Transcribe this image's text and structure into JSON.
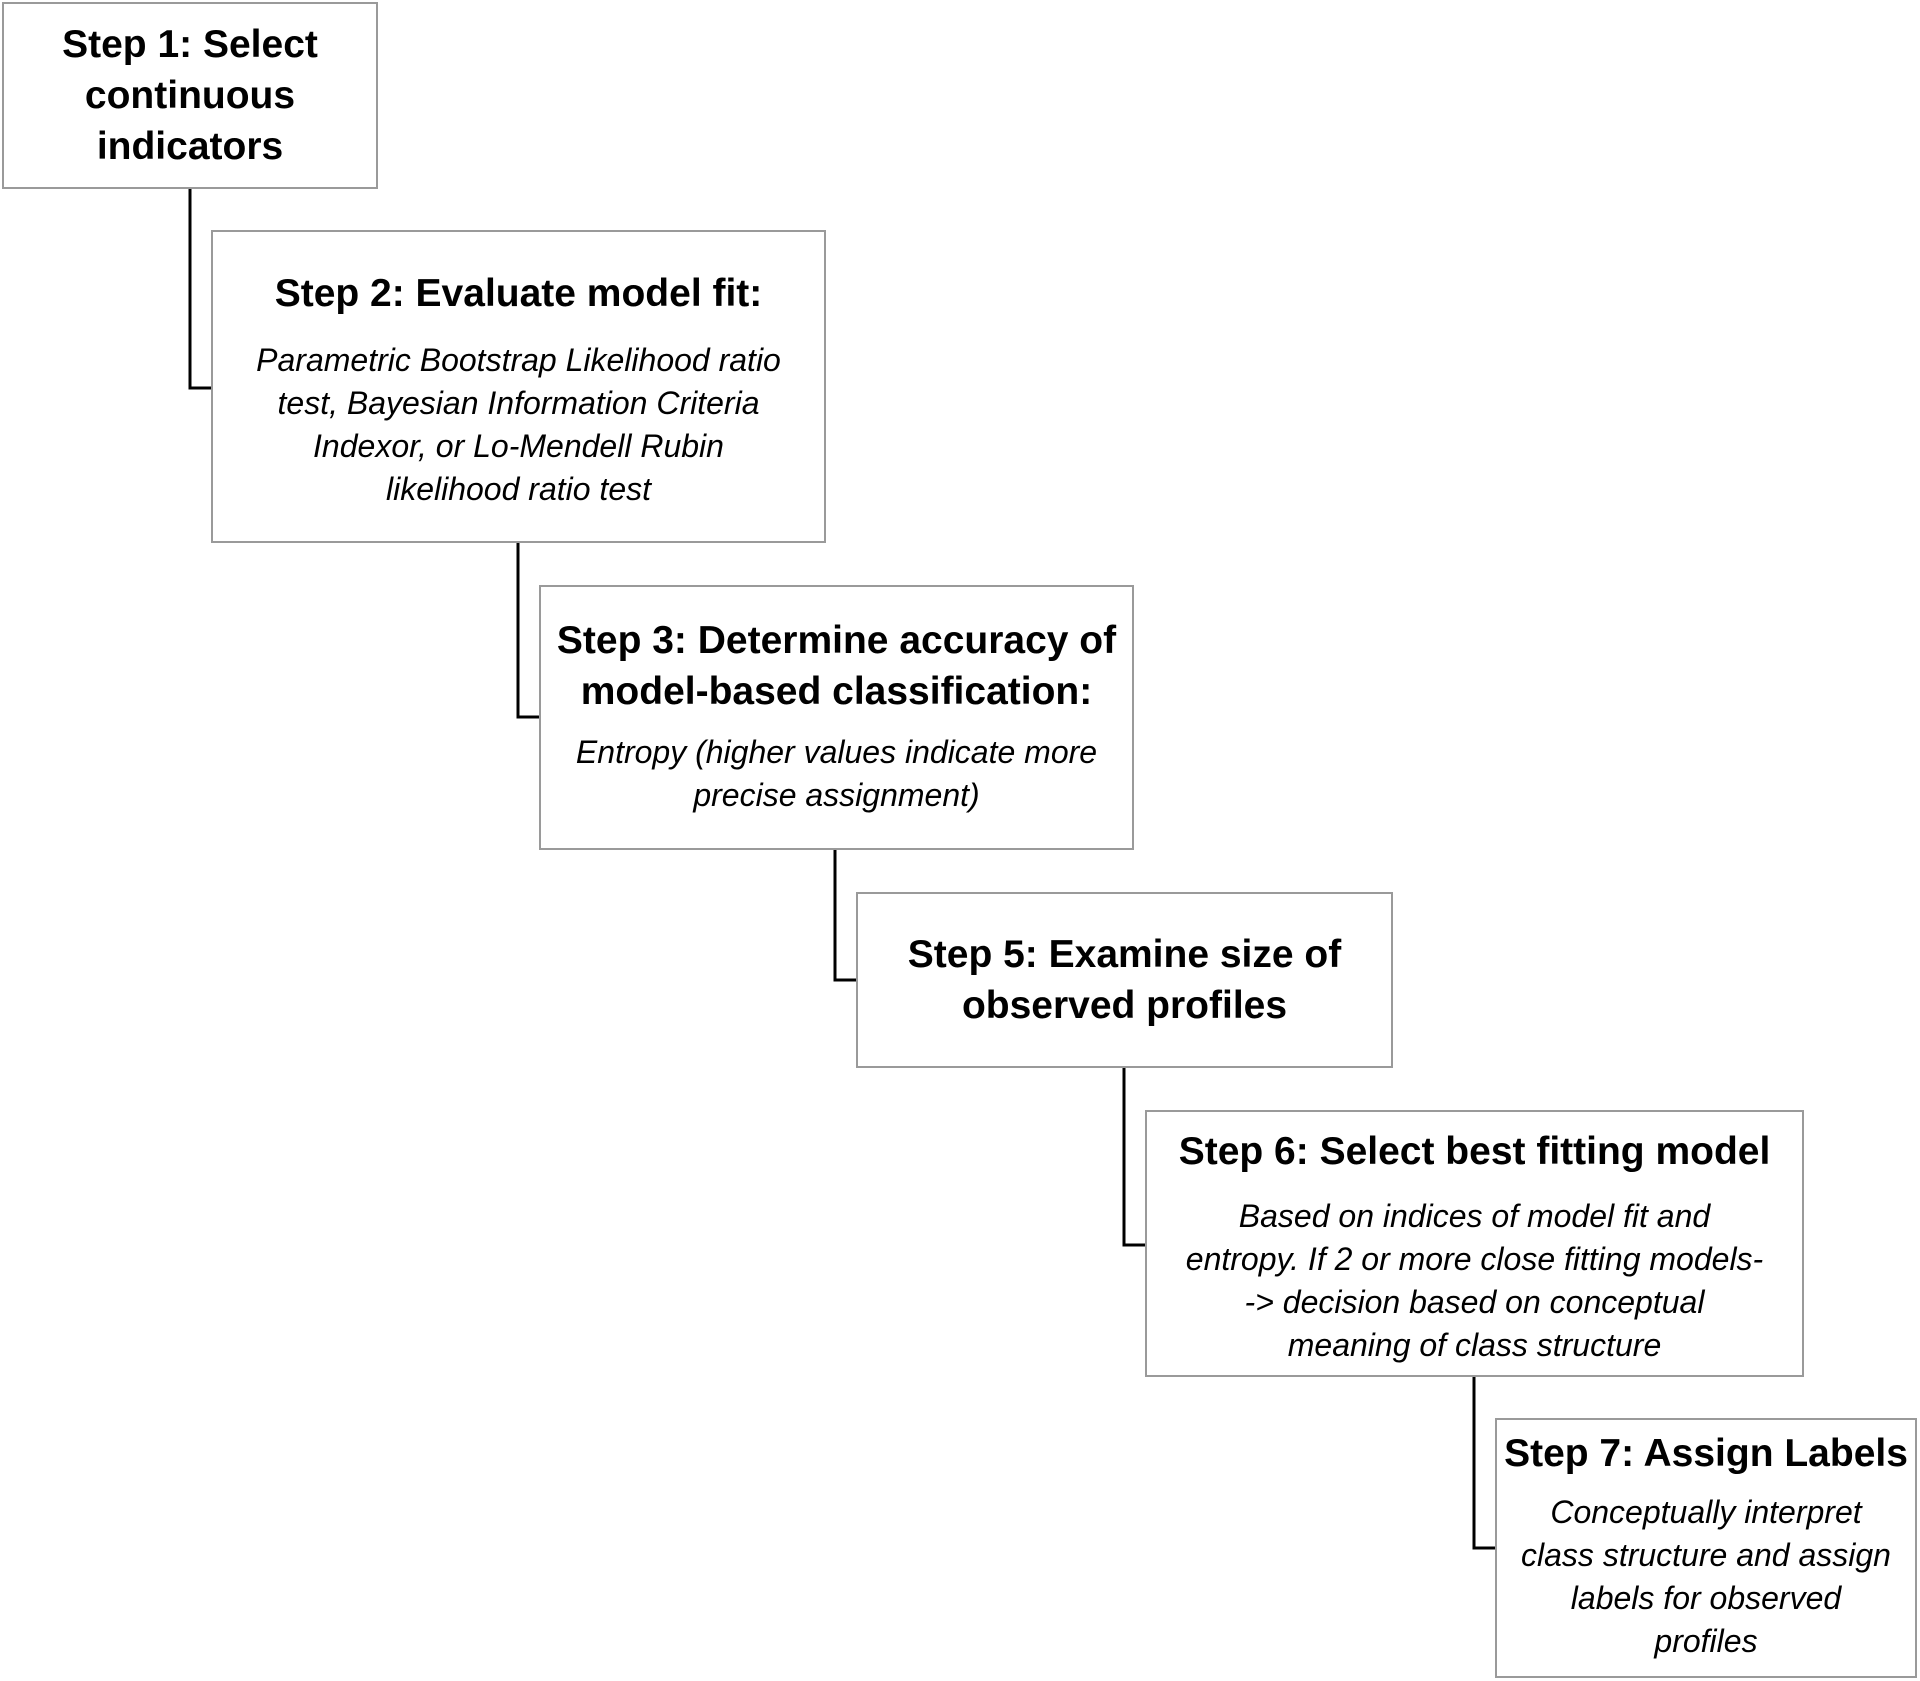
{
  "steps": [
    {
      "id": "step1",
      "title": "Step 1: Select\ncontinuous\nindicators",
      "description": ""
    },
    {
      "id": "step2",
      "title": "Step 2: Evaluate model fit:",
      "description": "Parametric Bootstrap Likelihood ratio\ntest, Bayesian Information Criteria\nIndexor, or Lo-Mendell Rubin\nlikelihood ratio test"
    },
    {
      "id": "step3",
      "title": "Step 3: Determine accuracy of\nmodel-based classification:",
      "description": "Entropy (higher values indicate more\nprecise assignment)"
    },
    {
      "id": "step5",
      "title": "Step 5: Examine size of\nobserved profiles",
      "description": ""
    },
    {
      "id": "step6",
      "title": "Step 6: Select best fitting model",
      "description": "Based on indices of model fit and\nentropy. If 2 or more close fitting models-\n-> decision based on conceptual\nmeaning of class structure"
    },
    {
      "id": "step7",
      "title": "Step 7: Assign Labels",
      "description": "Conceptually interpret\nclass structure and assign\nlabels for observed\nprofiles"
    }
  ]
}
